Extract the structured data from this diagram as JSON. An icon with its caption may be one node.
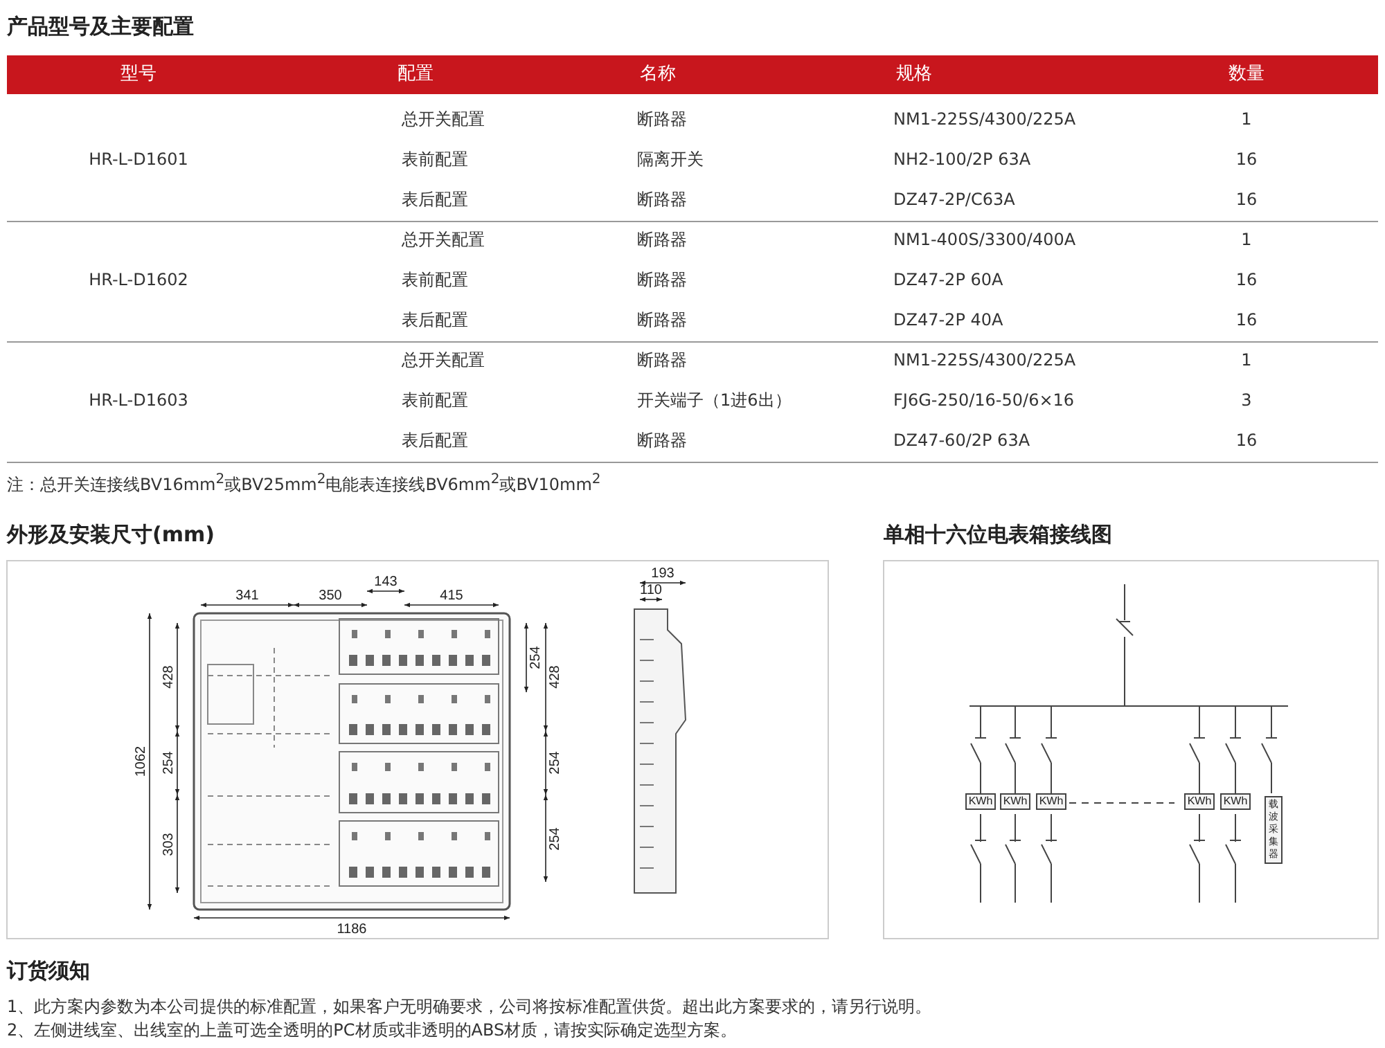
{
  "diagram": {
    "labels": [
      "产品型号及主要配置",
      "型号",
      "配置",
      "名称",
      "规格",
      "数量",
      "HR-L-D1601",
      "总开关配置",
      "断路器",
      "NM1-225S/4300/225A",
      "1",
      "表前配置",
      "隔离开关",
      "NH2-100/2P 63A",
      "16",
      "表后配置",
      "断路器",
      "DZ47-2P/C63A",
      "16",
      "HR-L-D1602",
      "总开关配置",
      "断路器",
      "NM1-400S/3300/400A",
      "1",
      "表前配置",
      "断路器",
      "DZ47-2P 60A",
      "16",
      "表后配置",
      "断路器",
      "DZ47-2P 40A",
      "16",
      "HR-L-D1603",
      "总开关配置",
      "断路器",
      "NM1-225S/4300/225A",
      "1",
      "表前配置",
      "开关端子（1进6出）",
      "FJ6G-250/16-50/6×16",
      "3",
      "表后配置",
      "断路器",
      "DZ47-60/2P 63A",
      "16",
      "注：总开关连接线BV16mm$^{2}$或BV25mm$^{2}$电能表连接线BV6mm$^{2}$或BV10mm$^{2}$",
      "外形及安装尺寸(mm)",
      "单相十六位电表箱接线图",
      "341",
      "350",
      "143",
      "415",
      "428",
      "254",
      "303",
      "1062",
      "254",
      "428",
      "254",
      "254",
      "1186",
      "193",
      "110",
      "KWh",
      "KWh",
      "KWh",
      "KWh",
      "KWh",
      "载波采集器",
      "订货须知",
      "1、此方案内参数为本公司提供的标准配置，如果客户无明确要求，公司将按标准配置供货。超出此方案要求的，请另行说明。",
      "2、左侧进线室、出线室的上盖可选全透明的PC材质或非透明的ABS材质，请按实际确定选型方案。"
    ]
  }
}
